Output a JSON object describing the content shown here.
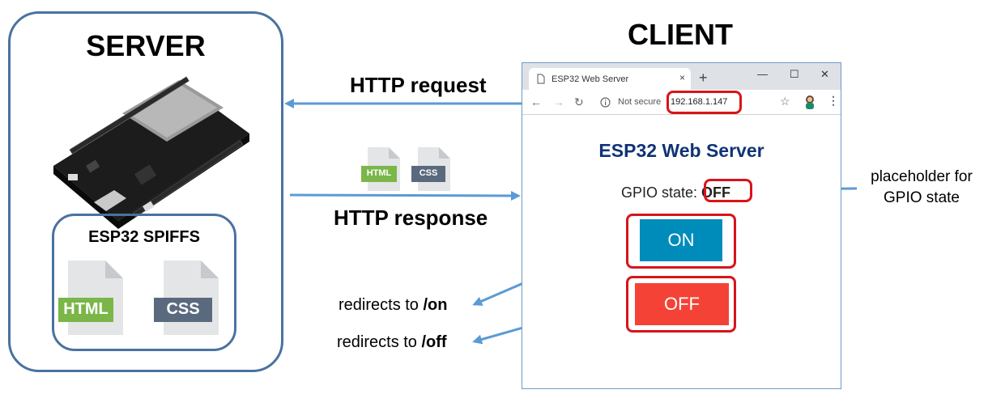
{
  "server": {
    "title": "SERVER",
    "storage_title": "ESP32 SPIFFS",
    "files": [
      "HTML",
      "CSS"
    ]
  },
  "client": {
    "title": "CLIENT"
  },
  "arrows": {
    "request_label": "HTTP request",
    "response_label": "HTTP response",
    "response_files": [
      "HTML",
      "CSS"
    ]
  },
  "redirects": {
    "on_prefix": "redirects to ",
    "on_path": "/on",
    "off_prefix": "redirects to ",
    "off_path": "/off"
  },
  "note": {
    "line1": "placeholder for",
    "line2": "GPIO state"
  },
  "browser": {
    "tab_title": "ESP32 Web Server",
    "tab_close": "×",
    "new_tab": "+",
    "minimize": "—",
    "maximize": "☐",
    "close": "✕",
    "not_secure": "Not secure",
    "url": "192.168.1.147",
    "page_heading": "ESP32 Web Server",
    "gpio_label": "GPIO state: ",
    "gpio_value": "OFF",
    "on_button": "ON",
    "off_button": "OFF"
  },
  "colors": {
    "frame_blue": "#4a72a0",
    "arrow_blue": "#5b9bd5",
    "highlight_red": "#d8141b",
    "html_badge": "#7ab648",
    "css_badge": "#5a6a7e",
    "on_button": "#008cba",
    "off_button": "#f44336",
    "heading": "#0f3376"
  }
}
